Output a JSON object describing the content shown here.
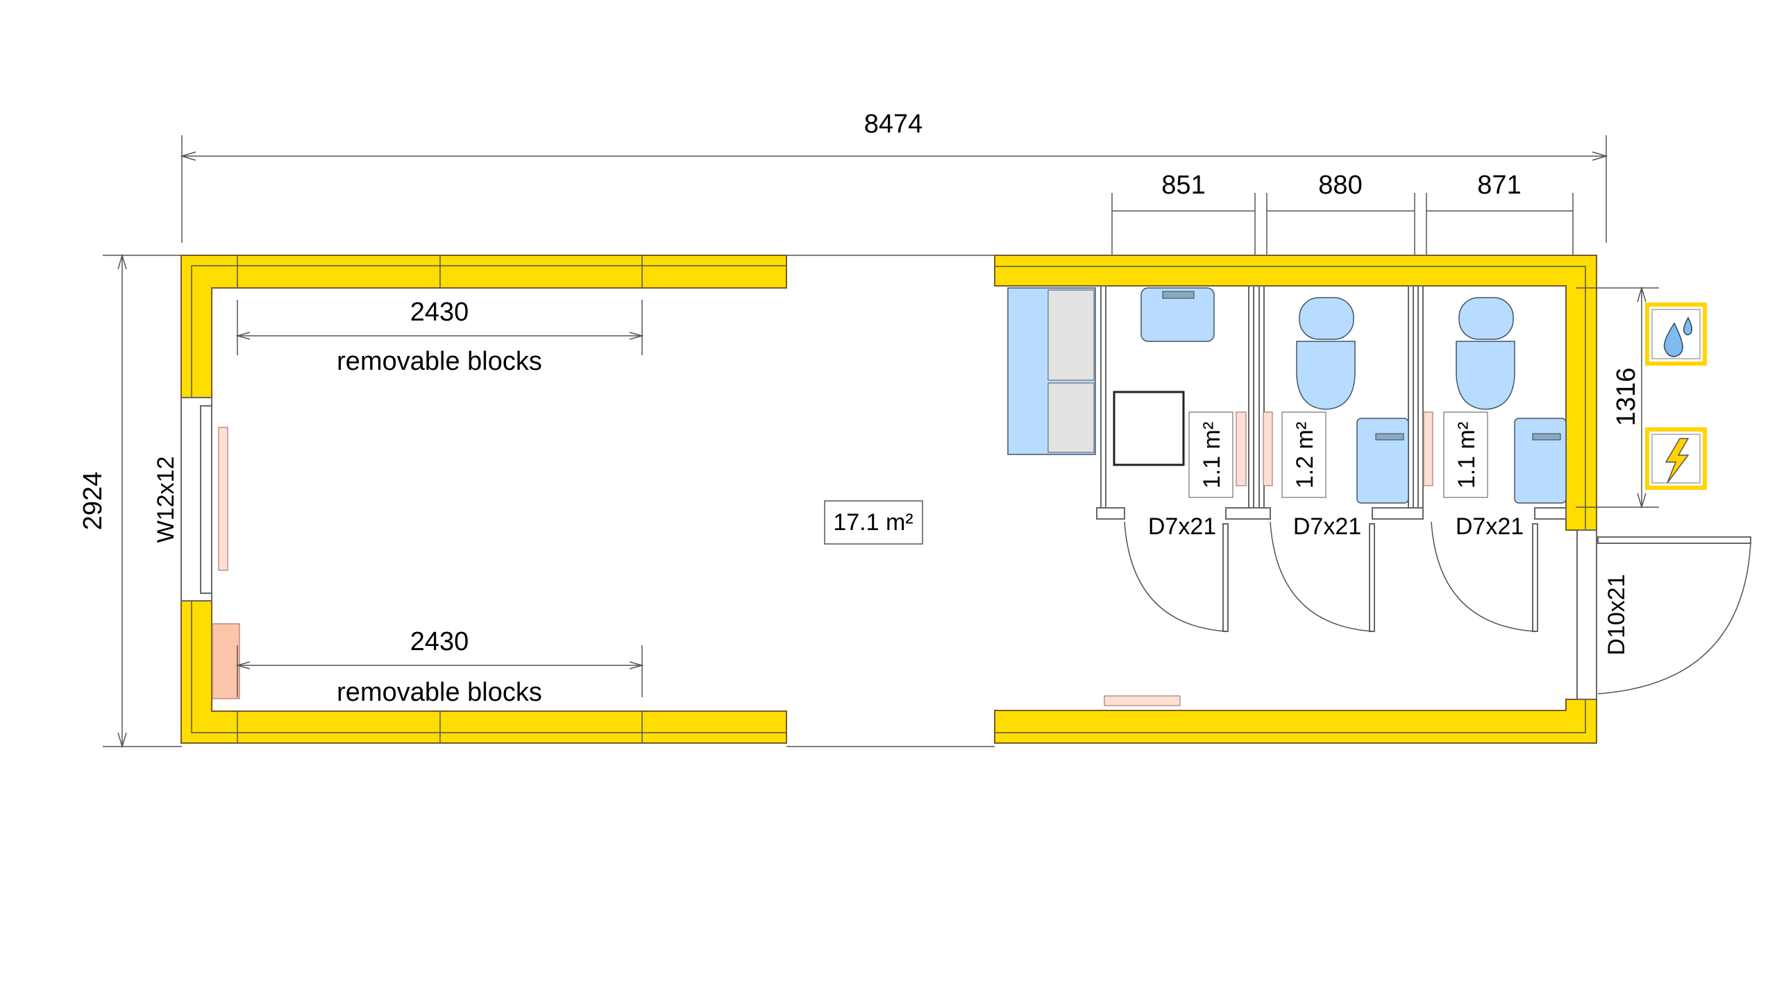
{
  "dimensions": {
    "total_length": "8474",
    "total_width": "2924",
    "cubicle_widths": [
      "851",
      "880",
      "871"
    ],
    "removable_top": "2430",
    "removable_bottom": "2430",
    "utility_height": "1316"
  },
  "labels": {
    "removable_top": "removable blocks",
    "removable_bottom": "removable blocks",
    "window": "W12x12",
    "main_area": "17.1 m²",
    "cubicle_areas": [
      "1.1 m²",
      "1.2 m²",
      "1.1 m²"
    ],
    "cubicle_doors": [
      "D7x21",
      "D7x21",
      "D7x21"
    ],
    "entrance_door": "D10x21"
  },
  "icons": [
    "water-supply-icon",
    "electricity-icon"
  ],
  "colors": {
    "wall": "#ffdd00",
    "fixture": "#b8dcff",
    "heater": "#fde0d4"
  }
}
